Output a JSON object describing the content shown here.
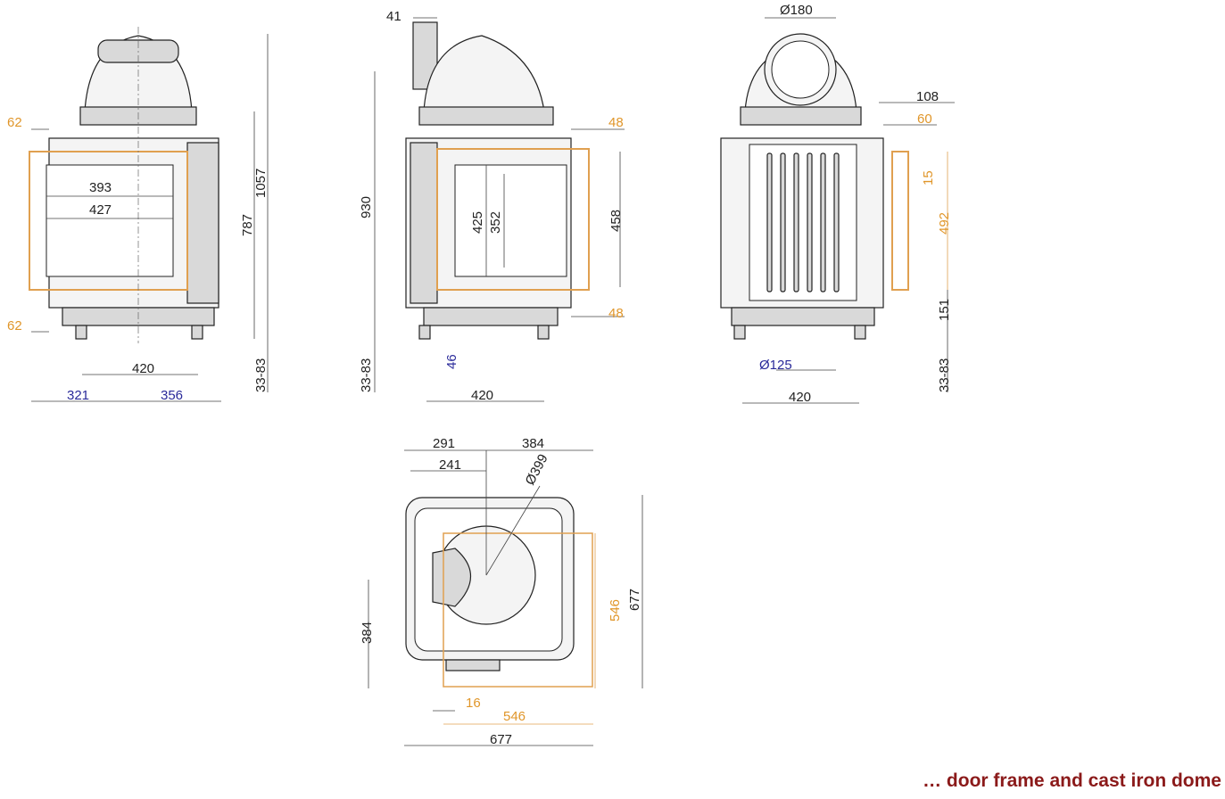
{
  "front_view": {
    "dim_top_frame": "62",
    "dim_inner_width_1": "393",
    "dim_inner_width_2": "427",
    "dim_height_787": "787",
    "dim_height_1057": "1057",
    "dim_bottom_frame": "62",
    "dim_feet": "420",
    "dim_left_offset": "321",
    "dim_right_offset": "356",
    "dim_leg_height": "33-83"
  },
  "side_view": {
    "dim_flue_offset": "41",
    "dim_height_930": "930",
    "dim_top_frame": "48",
    "dim_inner_height_1": "425",
    "dim_inner_height_2": "352",
    "dim_frame_height": "458",
    "dim_bottom_frame": "48",
    "dim_leg_height": "33-83",
    "dim_air_offset": "46",
    "dim_feet": "420"
  },
  "back_view": {
    "dim_flue_diameter": "Ø180",
    "dim_depth_108": "108",
    "dim_depth_60": "60",
    "dim_top_15": "15",
    "dim_frame_492": "492",
    "dim_bottom_151": "151",
    "dim_air_diameter": "Ø125",
    "dim_feet": "420",
    "dim_leg_height": "33-83"
  },
  "top_view": {
    "dim_291": "291",
    "dim_384_top": "384",
    "dim_241": "241",
    "dim_dome_diameter": "Ø399",
    "dim_384_left": "384",
    "dim_546_right": "546",
    "dim_677_right": "677",
    "dim_16": "16",
    "dim_546_bottom": "546",
    "dim_677_bottom": "677"
  },
  "caption": "… door frame and cast iron dome",
  "colors": {
    "frame": "#e0a050",
    "caption": "#8b1a1a",
    "blue_dim": "#2a2a9a"
  }
}
